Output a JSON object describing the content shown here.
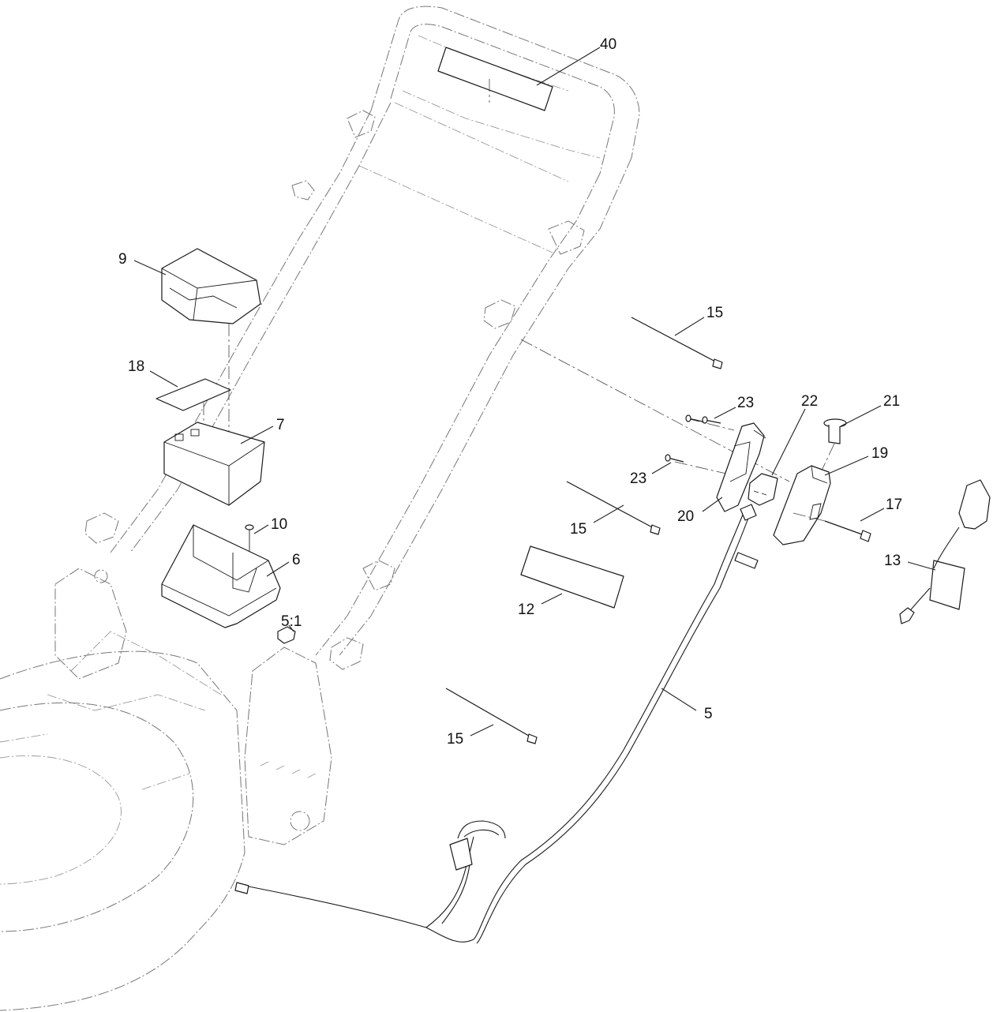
{
  "diagram": {
    "callouts": [
      {
        "id": "40",
        "label": "40"
      },
      {
        "id": "9",
        "label": "9"
      },
      {
        "id": "15a",
        "label": "15"
      },
      {
        "id": "18",
        "label": "18"
      },
      {
        "id": "7",
        "label": "7"
      },
      {
        "id": "23a",
        "label": "23"
      },
      {
        "id": "22",
        "label": "22"
      },
      {
        "id": "21",
        "label": "21"
      },
      {
        "id": "19",
        "label": "19"
      },
      {
        "id": "23b",
        "label": "23"
      },
      {
        "id": "10",
        "label": "10"
      },
      {
        "id": "15b",
        "label": "15"
      },
      {
        "id": "20",
        "label": "20"
      },
      {
        "id": "17",
        "label": "17"
      },
      {
        "id": "6",
        "label": "6"
      },
      {
        "id": "13",
        "label": "13"
      },
      {
        "id": "12",
        "label": "12"
      },
      {
        "id": "5_1",
        "label": "5:1"
      },
      {
        "id": "5",
        "label": "5"
      },
      {
        "id": "15c",
        "label": "15"
      }
    ]
  }
}
